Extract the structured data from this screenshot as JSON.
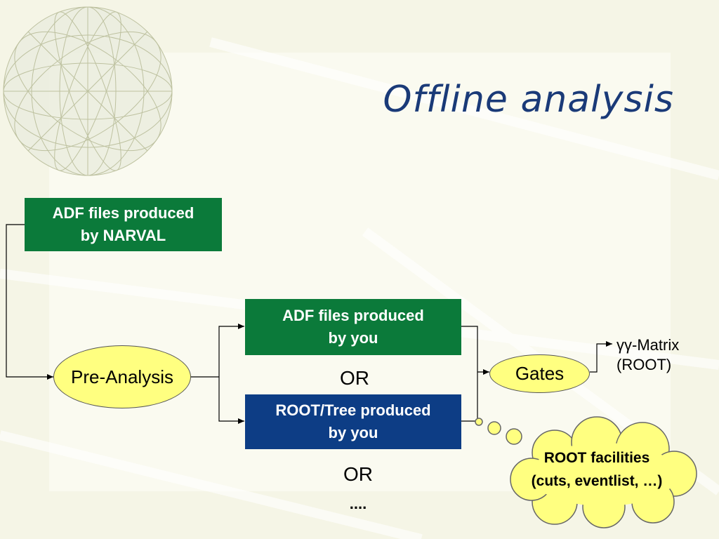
{
  "slide": {
    "title": "Offline analysis"
  },
  "diagram": {
    "adf_narval": "ADF files produced\nby NARVAL",
    "pre_analysis": "Pre-Analysis",
    "adf_you": "ADF files produced\nby you",
    "or_1": "OR",
    "root_tree": "ROOT/Tree produced\nby you",
    "or_2": "OR",
    "ellipsis": "....",
    "gates": "Gates",
    "gg_matrix": "γγ-Matrix\n(ROOT)",
    "root_facilities": "ROOT facilities\n(cuts, eventlist, …)"
  },
  "colors": {
    "background": "#f5f5e6",
    "title": "#1a3a78",
    "green_box": "#0b7a3a",
    "blue_box": "#0d3d85",
    "ellipse_fill": "#ffff80"
  }
}
